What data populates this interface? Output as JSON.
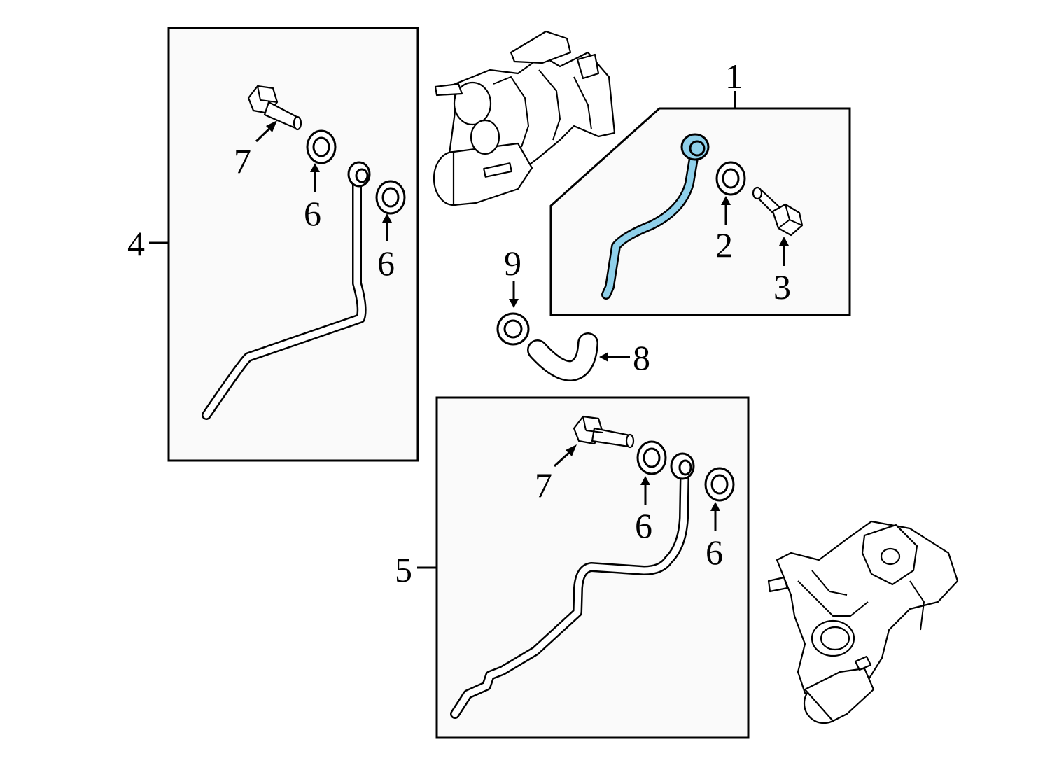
{
  "callouts": {
    "c1": "1",
    "c2": "2",
    "c3": "3",
    "c4": "4",
    "c5": "5",
    "c6a": "6",
    "c6b": "6",
    "c6c": "6",
    "c6d": "6",
    "c7a": "7",
    "c7b": "7",
    "c8": "8",
    "c9": "9"
  },
  "colors": {
    "highlight": "#8fd0ea",
    "line": "#000000",
    "box_fill": "#fafafa"
  }
}
